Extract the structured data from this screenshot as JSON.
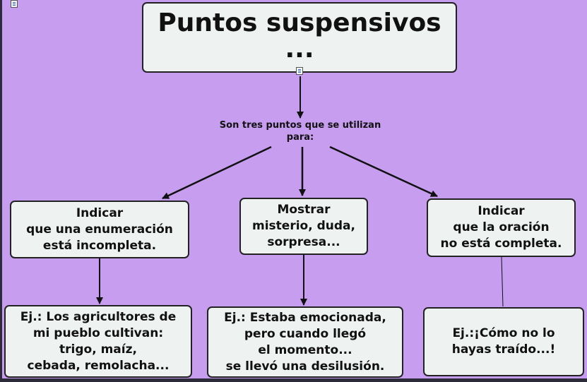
{
  "title": {
    "line1": "Puntos suspensivos",
    "line2": "..."
  },
  "subtitle": "Son tres puntos que se utilizan\npara:",
  "uses": [
    {
      "label": "Indicar\nque una enumeración\nestá incompleta.",
      "example": "Ej.: Los agricultores de\nmi pueblo cultivan:\ntrigo, maíz,\ncebada, remolacha..."
    },
    {
      "label": "Mostrar\nmisterio, duda,\nsorpresa...",
      "example": "Ej.: Estaba emocionada,\npero cuando llegó\nel momento...\nse llevó una desilusión."
    },
    {
      "label": "Indicar\nque la oración\nno está completa.",
      "example": "Ej.:¡Cómo no lo\nhayas traído...!"
    }
  ],
  "icons": [
    "note-icon",
    "note-icon"
  ],
  "colors": {
    "background": "#c79df0",
    "node_fill": "#eef2f1",
    "node_border": "#222222",
    "link": "#111111"
  }
}
